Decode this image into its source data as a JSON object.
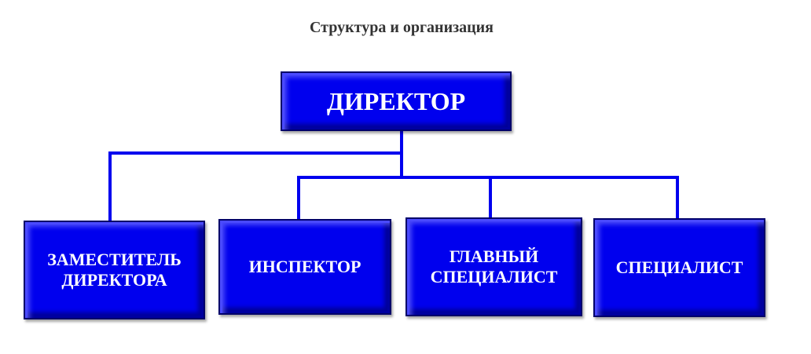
{
  "title": "Структура и организация",
  "colors": {
    "box": "#0000ee",
    "line": "#0000ee"
  },
  "nodes": {
    "director": "ДИРЕКТОР",
    "deputy": [
      "ЗАМЕСТИТЕЛЬ",
      "ДИРЕКТОРА"
    ],
    "inspector": "ИНСПЕКТОР",
    "chief_specialist": [
      "ГЛАВНЫЙ",
      "СПЕЦИАЛИСТ"
    ],
    "specialist": "СПЕЦИАЛИСТ"
  }
}
